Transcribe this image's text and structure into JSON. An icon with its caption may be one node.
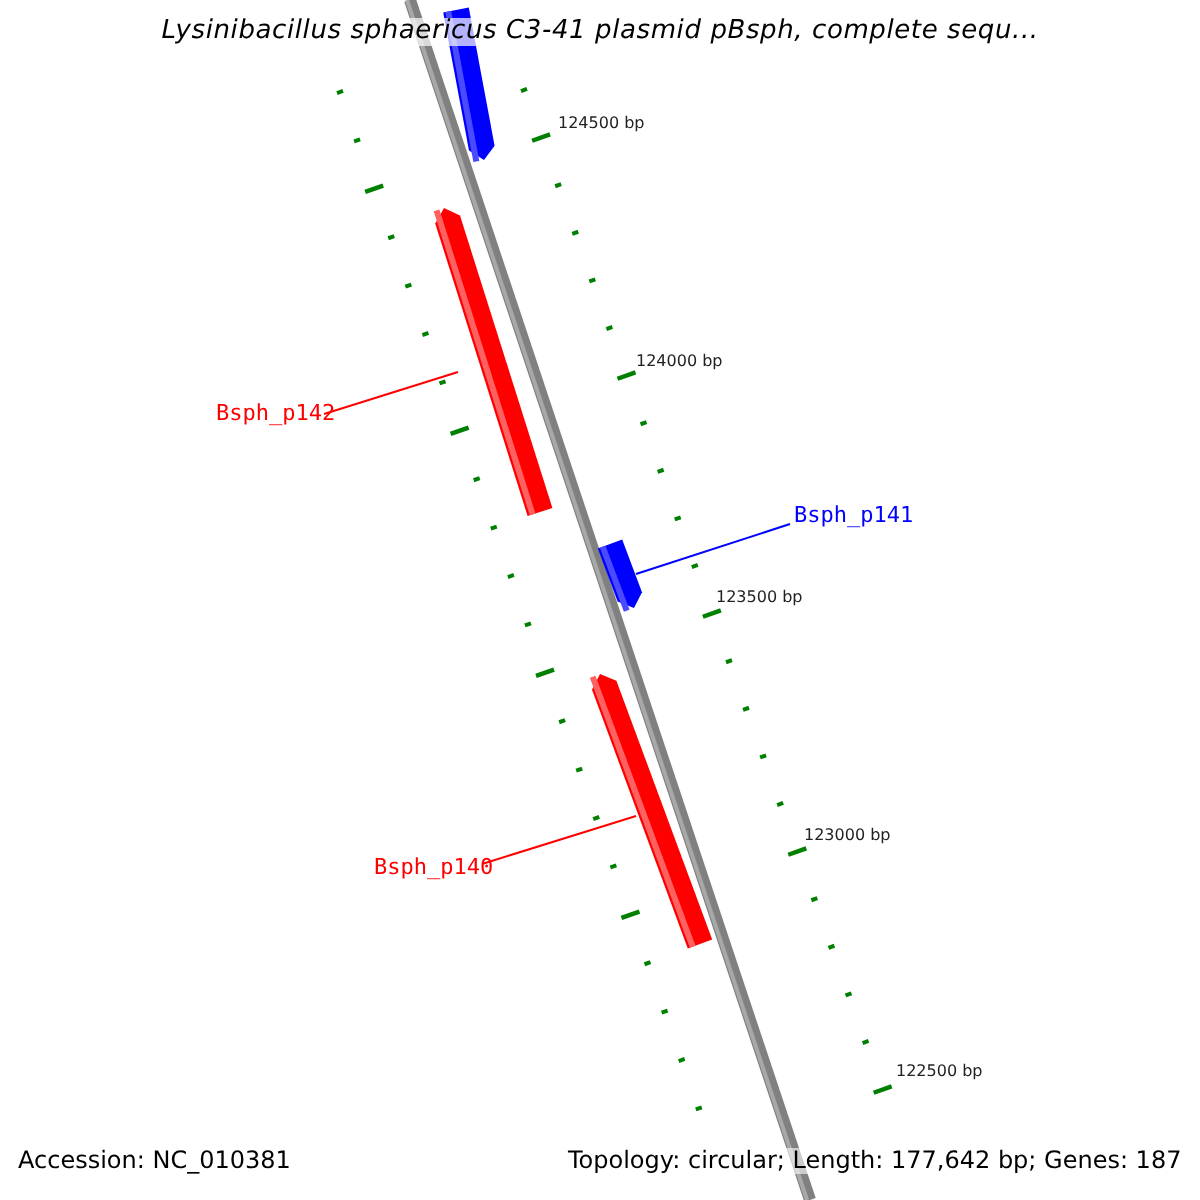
{
  "diagram": {
    "title": "Lysinibacillus sphaericus C3-41 plasmid pBsph, complete sequ...",
    "nodes": [
      {
        "text": [],
        "shape": "bar"
      },
      {
        "text": [
          "Bsph_p142"
        ]
      },
      {
        "text": [],
        "shape": "bar"
      },
      {
        "text": [
          "Bsph_p141"
        ]
      },
      {
        "text": [],
        "shape": "bar"
      },
      {
        "text": [
          "Bsph_p140"
        ]
      },
      {
        "text": [],
        "shape": "bar"
      }
    ],
    "edges": [
      {
        "from": 1,
        "to": 2,
        "arrow": "none"
      },
      {
        "from": 3,
        "to": 4,
        "arrow": "none",
        "color": "#0000ff"
      },
      {
        "from": 5,
        "to": 6,
        "arrow": "none"
      }
    ],
    "labels": [
      "124500 bp",
      "124000 bp",
      "123500 bp",
      "123000 bp",
      "122500 bp",
      "Accession: NC_010381",
      "Topology: circular; Length: 177,642 bp; Genes: 187"
    ]
  }
}
